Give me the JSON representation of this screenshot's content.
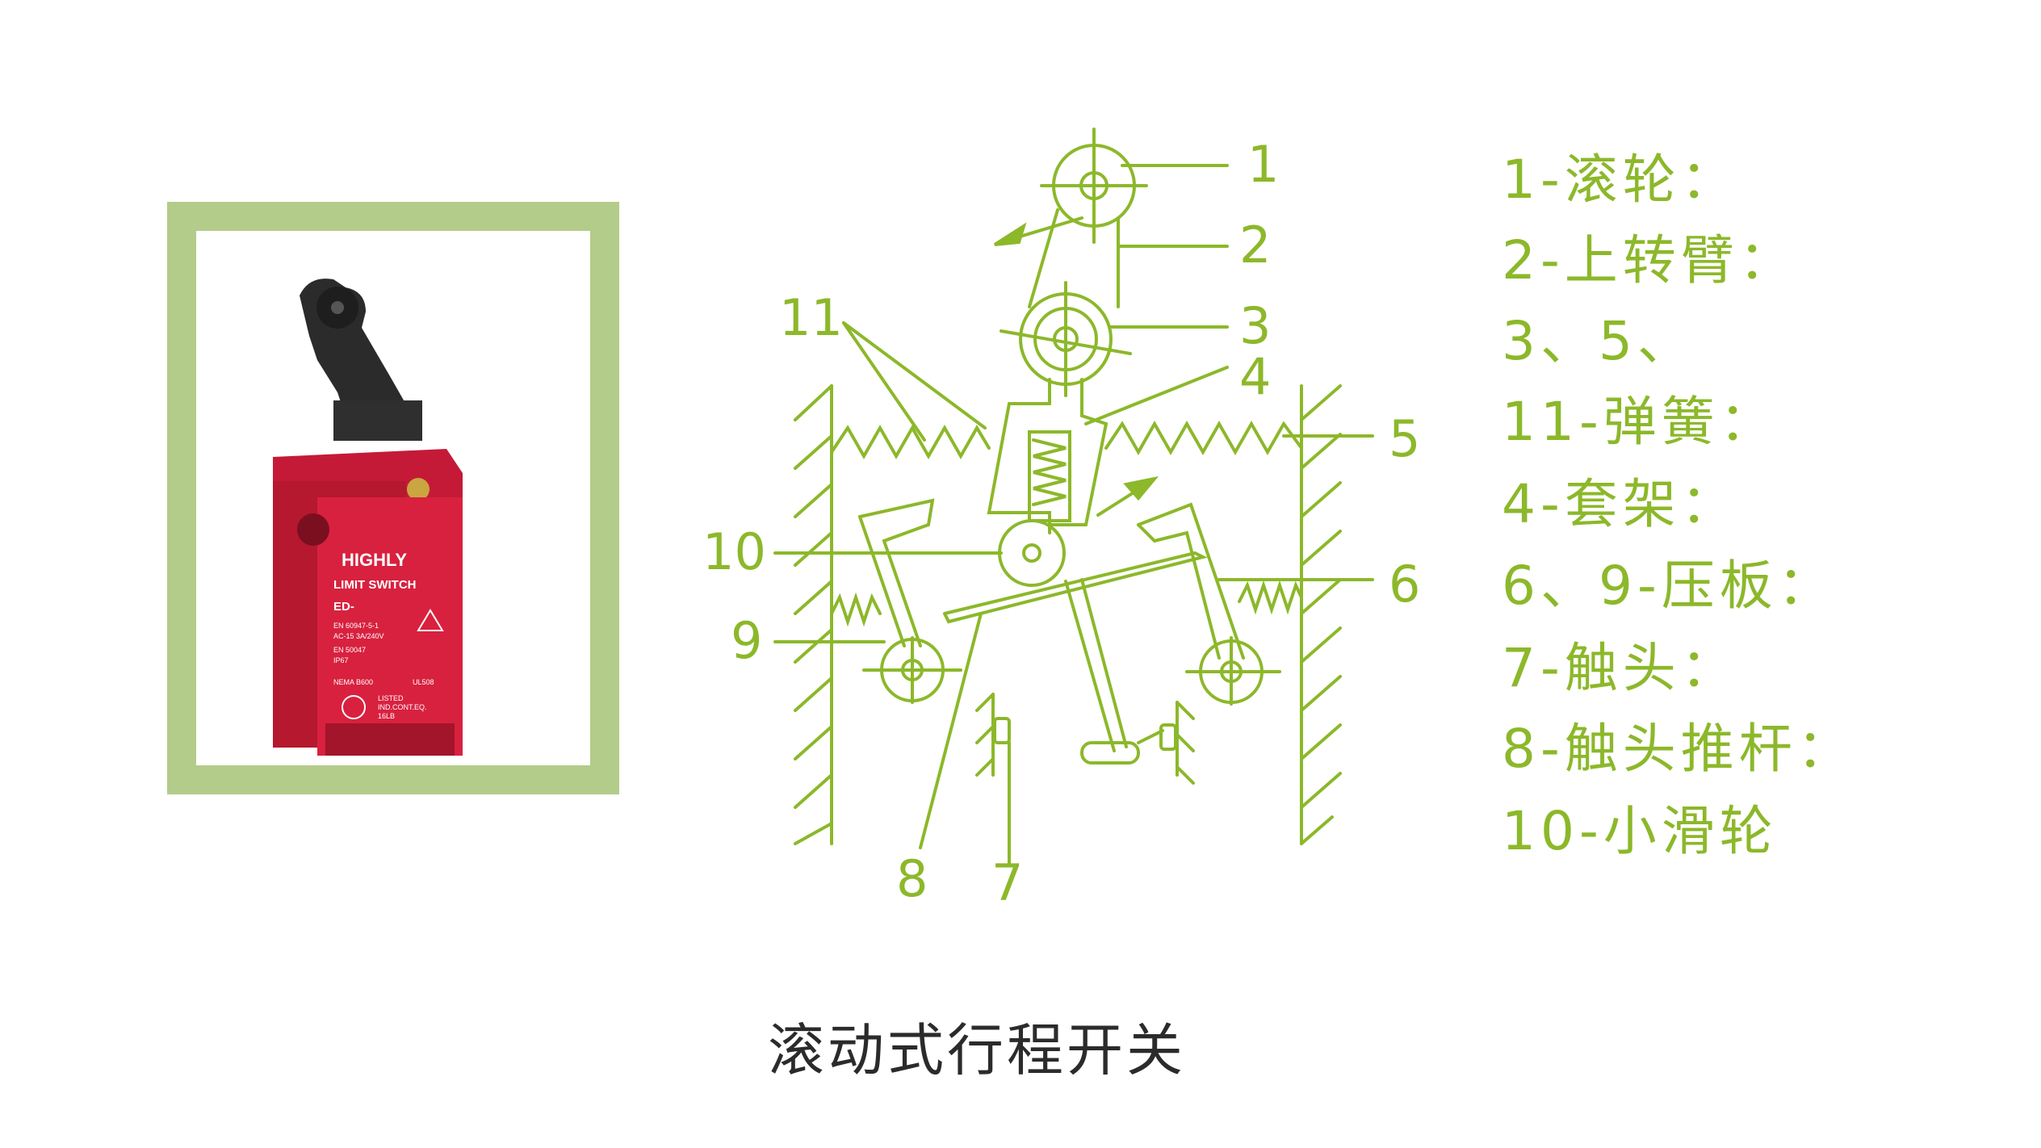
{
  "photo": {
    "brand": "HIGHLY",
    "product": "LIMIT SWITCH",
    "model": "ED-",
    "specs": [
      "EN 60947-5-1",
      "AC-15 3A/240V",
      "EN 50047",
      "IP67",
      "NEMA B600",
      "UL508"
    ],
    "cert_text": [
      "LISTED",
      "IND.CONT.EQ.",
      "16LB"
    ],
    "colors": {
      "frame": "#b3cc8a",
      "body": "#d8213f",
      "lever": "#2a2a2a"
    }
  },
  "diagram": {
    "color": "#8cb82a",
    "numbers": [
      "1",
      "2",
      "3",
      "4",
      "5",
      "6",
      "7",
      "8",
      "9",
      "10",
      "11"
    ]
  },
  "legend": [
    "1-滚轮：",
    "2-上转臂：",
    "3、5、",
    "11-弹簧：",
    "4-套架：",
    "6、9-压板：",
    "7-触头：",
    "8-触头推杆：",
    "10-小滑轮"
  ],
  "caption": "滚动式行程开关"
}
